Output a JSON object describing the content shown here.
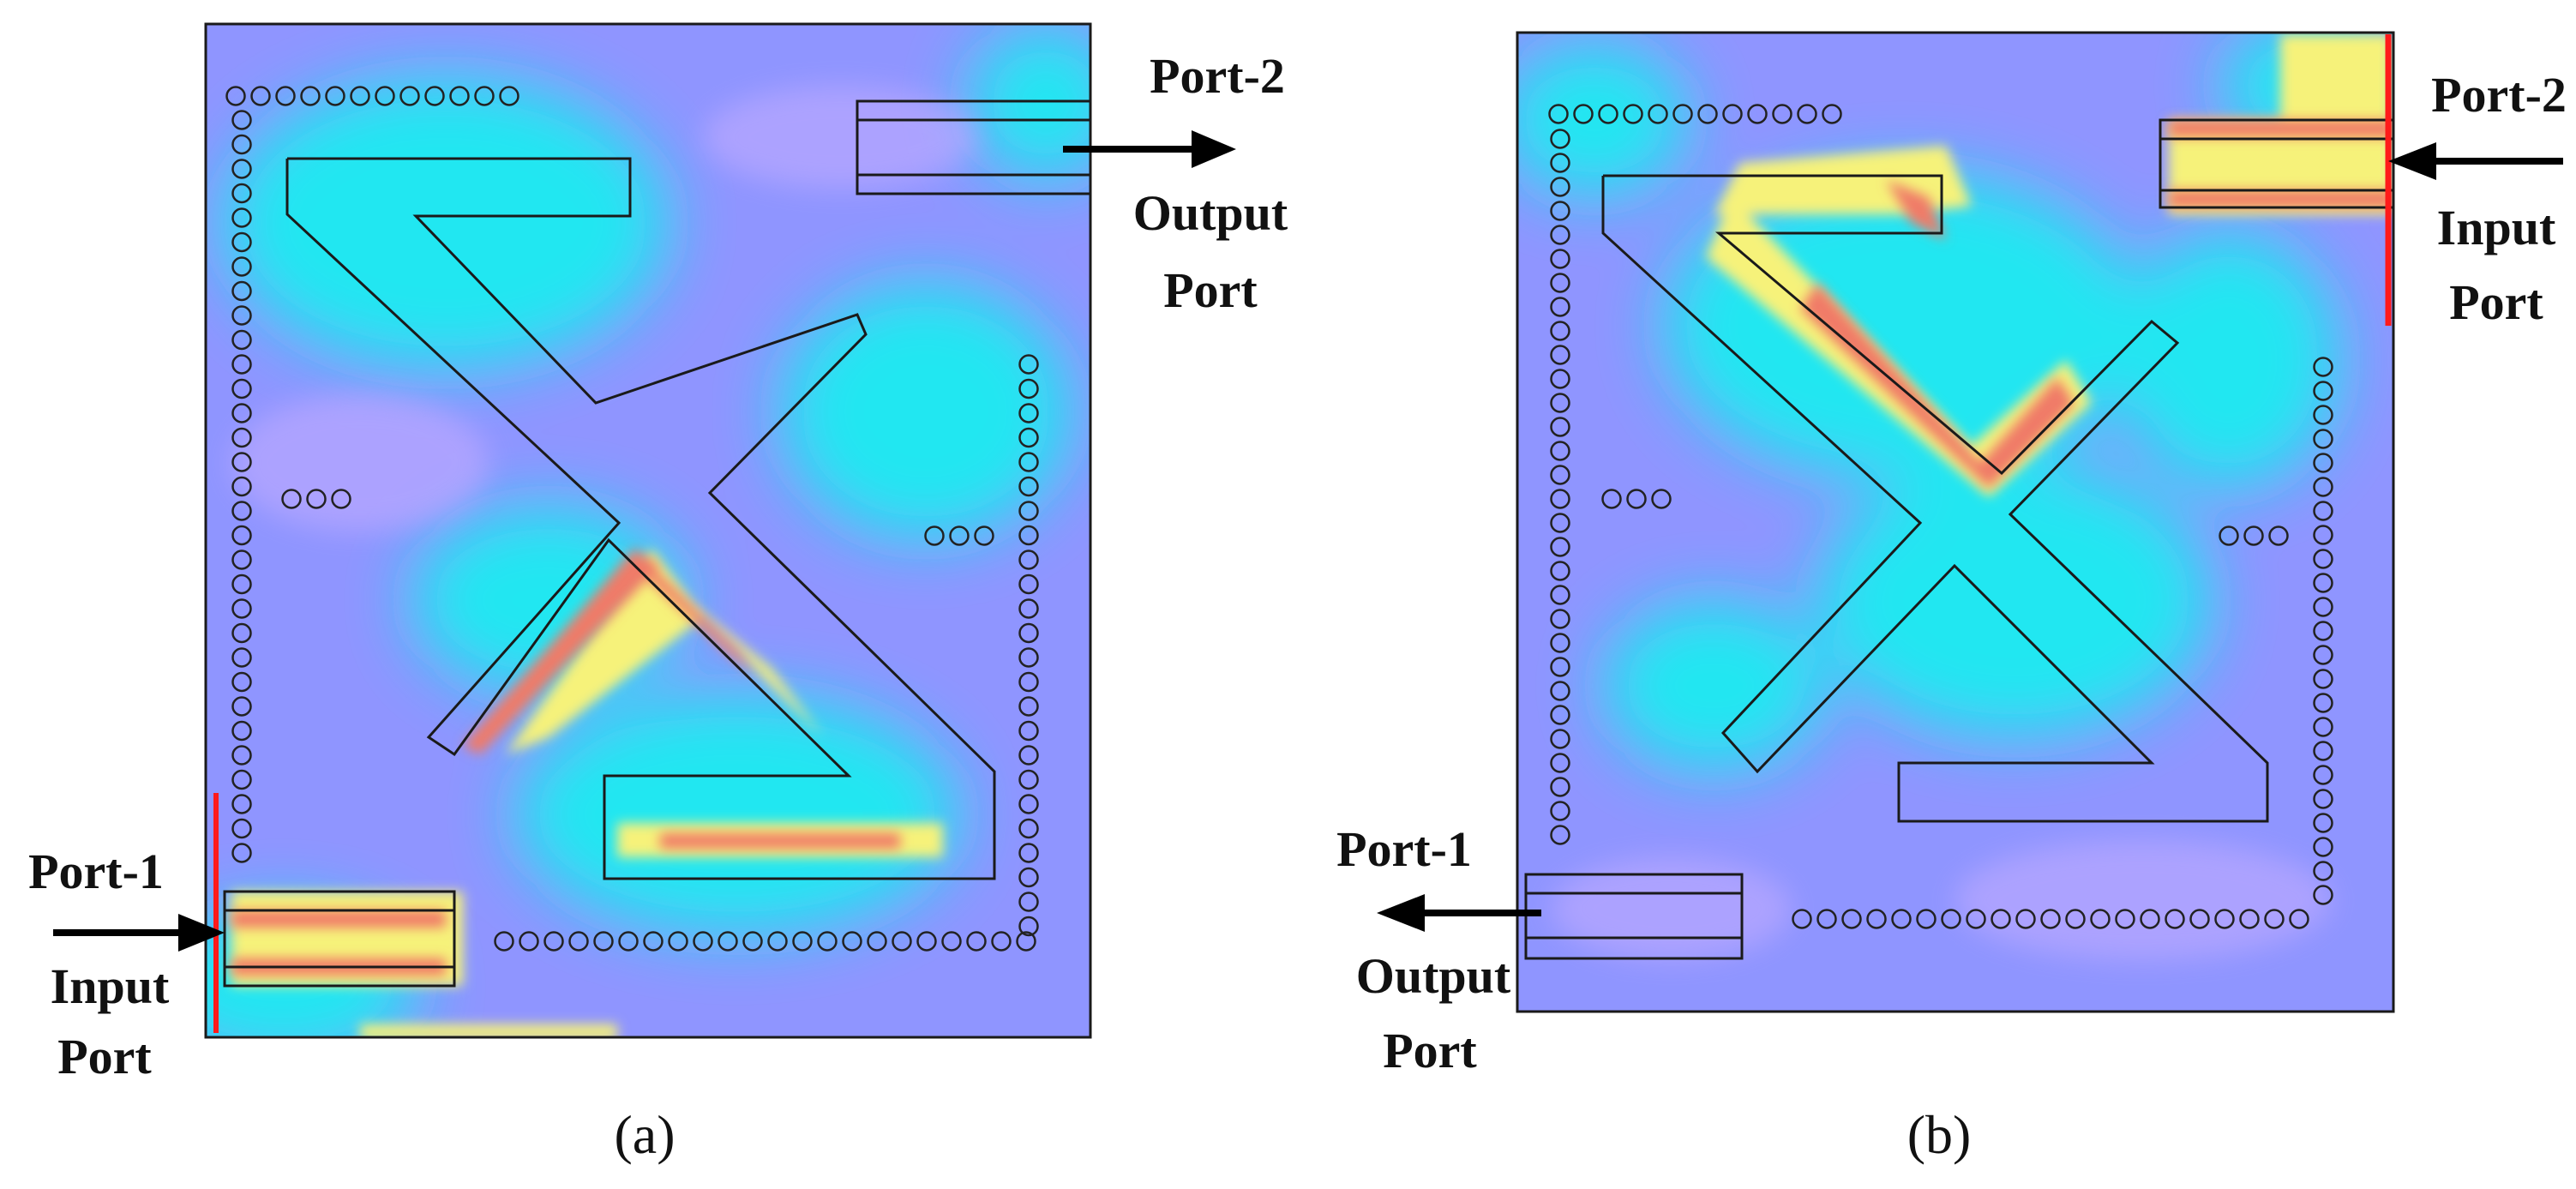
{
  "panels": [
    {
      "id": "a",
      "caption": "(a)",
      "port1": {
        "name": "Port-1",
        "role_line1": "Input",
        "role_line2": "Port"
      },
      "port2": {
        "name": "Port-2",
        "role_line1": "Output",
        "role_line2": "Port"
      }
    },
    {
      "id": "b",
      "caption": "(b)",
      "port1": {
        "name": "Port-1",
        "role_line1": "Output",
        "role_line2": "Port"
      },
      "port2": {
        "name": "Port-2",
        "role_line1": "Input",
        "role_line2": "Port"
      }
    }
  ],
  "colors": {
    "substrate": "#8f95ff",
    "low_field": "#8f95ff",
    "mid_field": "#12f0f0",
    "high_field_yellow": "#f6f27a",
    "high_field_red": "#f07a68",
    "outline": "#1a1a1a",
    "via": "#222222",
    "port_marker": "#ff1a1a",
    "arrow": "#000000"
  }
}
